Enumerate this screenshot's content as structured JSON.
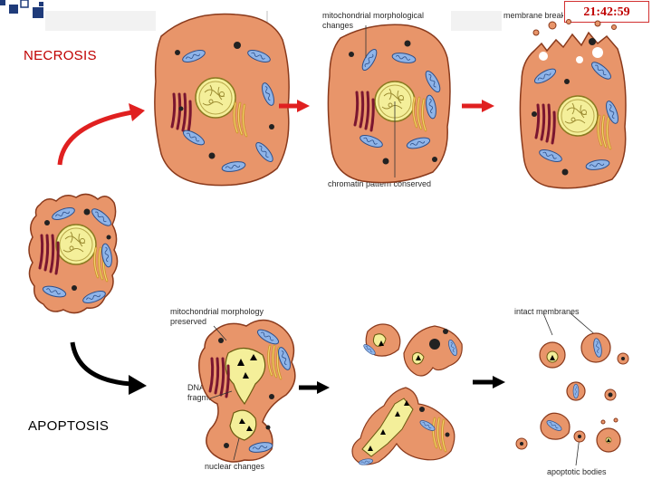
{
  "slide": {
    "clock": "21:42:59",
    "labels": {
      "necrosis": "NECROSIS",
      "apoptosis": "APOPTOSIS"
    },
    "annotations": {
      "mito_changes_line1": "mitochondrial morphological",
      "mito_changes_line2": "changes",
      "membrane_break": "membrane breaks",
      "chromatin": "chromatin pattern conserved",
      "mito_preserved_line1": "mitochondrial morphology",
      "mito_preserved_line2": "preserved",
      "dna_line1": "DNA",
      "dna_line2": "fragments",
      "nuclear_changes": "nuclear changes",
      "intact_membranes": "intact membranes",
      "apoptotic_bodies": "apoptotic bodies"
    }
  },
  "colors": {
    "cell_fill": "#e8956a",
    "cell_stroke": "#8a3a1c",
    "nucleus_fill": "#f4ef9a",
    "nucleus_stroke": "#8a7a20",
    "mito_fill": "#8fb4e8",
    "er_color": "#7a1630",
    "golgi_color": "#e8b84a",
    "arrow_red": "#e02020",
    "arrow_black": "#000000",
    "necrosis_label": "#c00000",
    "topbar_squares": "#1f3b7a"
  },
  "icons": {
    "necrosis_arrow": "curved-red-arrow",
    "apoptosis_arrow": "curved-black-arrow",
    "step_arrow_red": "red-right-arrow",
    "step_arrow_black": "black-right-arrow"
  }
}
